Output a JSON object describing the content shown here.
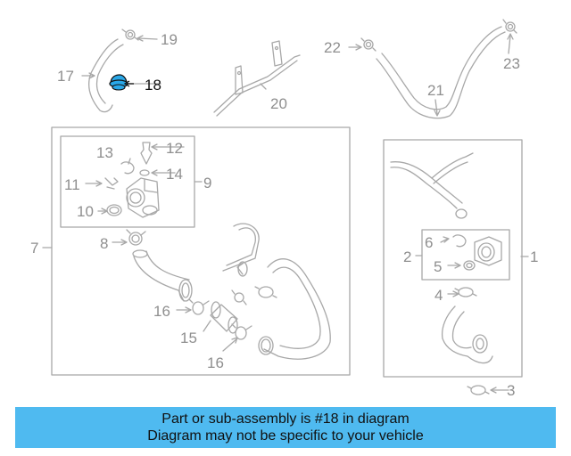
{
  "colors": {
    "line": "#a8a8a8",
    "label": "#8f8f8f",
    "highlight_part": "#2aa8e8",
    "banner": "#4fbaf0"
  },
  "callouts": {
    "c1": "1",
    "c2": "2",
    "c3": "3",
    "c4": "4",
    "c5": "5",
    "c6": "6",
    "c7": "7",
    "c8": "8",
    "c9": "9",
    "c10": "10",
    "c11": "11",
    "c12": "12",
    "c13": "13",
    "c14": "14",
    "c15": "15",
    "c16a": "16",
    "c16b": "16",
    "c17": "17",
    "c18": "18",
    "c19": "19",
    "c20": "20",
    "c21": "21",
    "c22": "22",
    "c23": "23"
  },
  "highlighted_part": "18",
  "banner": {
    "line1": "Part or sub-assembly is #18 in diagram",
    "line2": "Diagram may not be specific to your vehicle"
  }
}
